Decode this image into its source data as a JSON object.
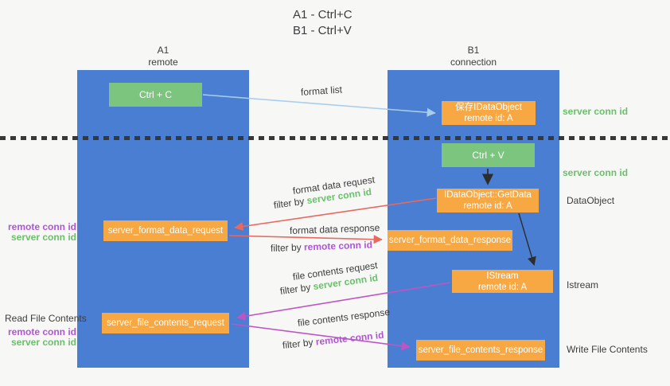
{
  "title": {
    "line1": "A1 - Ctrl+C",
    "line2": "B1 - Ctrl+V"
  },
  "lanes": {
    "left": {
      "name": "A1",
      "role": "remote"
    },
    "right": {
      "name": "B1",
      "role": "connection"
    }
  },
  "nodes": {
    "ctrl_c": {
      "label": "Ctrl + C"
    },
    "ctrl_v": {
      "label": "Ctrl + V"
    },
    "save_dataobject": {
      "line1": "保存IDataObject",
      "line2": "remote id: A"
    },
    "getdata": {
      "line1": "IDataObject::GetData",
      "line2": "remote id: A"
    },
    "istream": {
      "line1": "IStream",
      "line2": "remote id: A"
    },
    "server_format_data_request": {
      "label": "server_format_data_request"
    },
    "server_format_data_response": {
      "label": "server_format_data_response"
    },
    "server_file_contents_request": {
      "label": "server_file_contents_request"
    },
    "server_file_contents_response": {
      "label": "server_file_contents_response"
    }
  },
  "edges": {
    "format_list": {
      "label": "format list"
    },
    "format_data_request": {
      "label": "format data request",
      "filter_prefix": "filter by ",
      "filter_key": "server conn id"
    },
    "format_data_response": {
      "label": "format data response",
      "filter_prefix": "filter by ",
      "filter_key": "remote conn id"
    },
    "file_contents_request": {
      "label": "file contents request",
      "filter_prefix": "filter by ",
      "filter_key": "server conn id"
    },
    "file_contents_response": {
      "label": "file contents response",
      "filter_prefix": "filter by ",
      "filter_key": "remote conn id"
    }
  },
  "side_labels": {
    "server_conn_id_top_right": "server conn id",
    "server_conn_id_mid_right": "server conn id",
    "dataobject": "DataObject",
    "istream": "Istream",
    "write_file_contents": "Write File Contents",
    "read_file_contents": "Read File Contents",
    "pair1": {
      "remote": "remote conn id",
      "server": "server conn id"
    },
    "pair2": {
      "remote": "remote conn id",
      "server": "server conn id"
    }
  },
  "colors": {
    "lane_blue": "#4a7ed2",
    "node_green": "#7cc57f",
    "node_orange": "#f8a843",
    "arrow_red": "#e8695e",
    "arrow_magenta": "#bf55c3",
    "arrow_lightblue": "#a9cdec",
    "arrow_black": "#2d2d2d",
    "text_green": "#6cbf6c",
    "text_purple": "#b055d6",
    "text_dark": "#3d3d3d",
    "background": "#f7f7f6"
  }
}
